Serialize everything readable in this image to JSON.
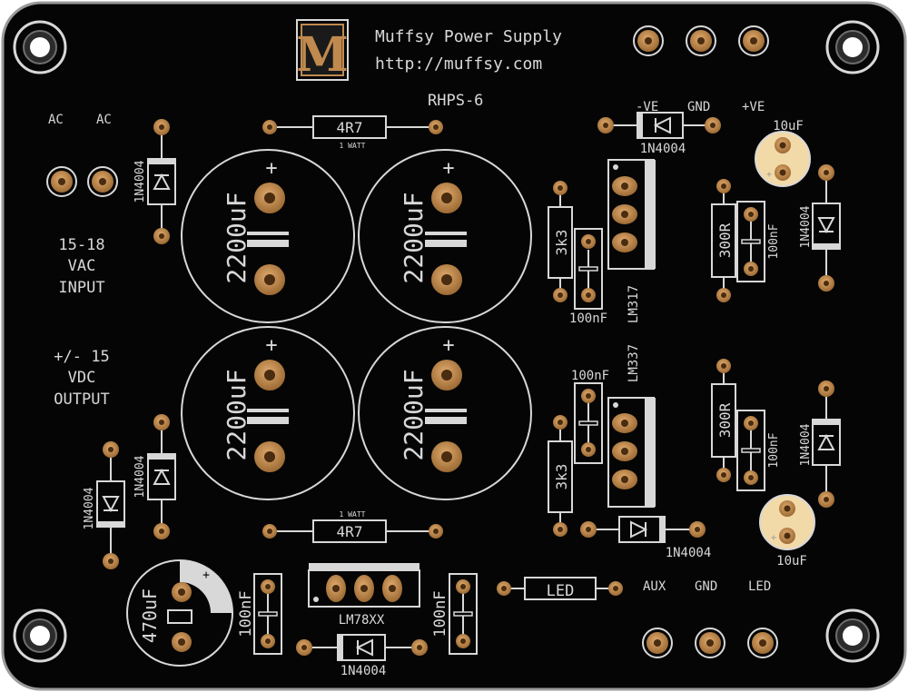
{
  "header": {
    "logo_letter": "M",
    "title": "Muffsy Power Supply",
    "url": "http://muffsy.com",
    "model": "RHPS-6"
  },
  "labels": {
    "ac_left": "AC",
    "ac_right": "AC",
    "input_l1": "15-18",
    "input_l2": "VAC",
    "input_l3": "INPUT",
    "output_l1": "+/- 15",
    "output_l2": "VDC",
    "output_l3": "OUTPUT",
    "neg_ve": "-VE",
    "gnd_top": "GND",
    "pos_ve": "+VE",
    "aux": "AUX",
    "gnd_bottom": "GND",
    "led_pin": "LED",
    "plus": "+"
  },
  "components": {
    "cap_big": "2200uF",
    "res_4r7": "4R7",
    "one_watt": "1 WATT",
    "diode": "1N4004",
    "res_3k3": "3k3",
    "res_300r": "300R",
    "cap_100nf": "100nF",
    "lm317": "LM317",
    "lm337": "LM337",
    "lm78xx": "LM78XX",
    "cap_470": "470uF",
    "cap_10uf": "10uF",
    "led": "LED"
  },
  "colors": {
    "board_black": "#050505",
    "board_edge": "#9a9a9a",
    "silkscreen": "#d8d8d8",
    "copper_pad": "#c08a4e",
    "copper_hole": "#4a2c10",
    "electrolytic_body": "#f2d9a8"
  }
}
